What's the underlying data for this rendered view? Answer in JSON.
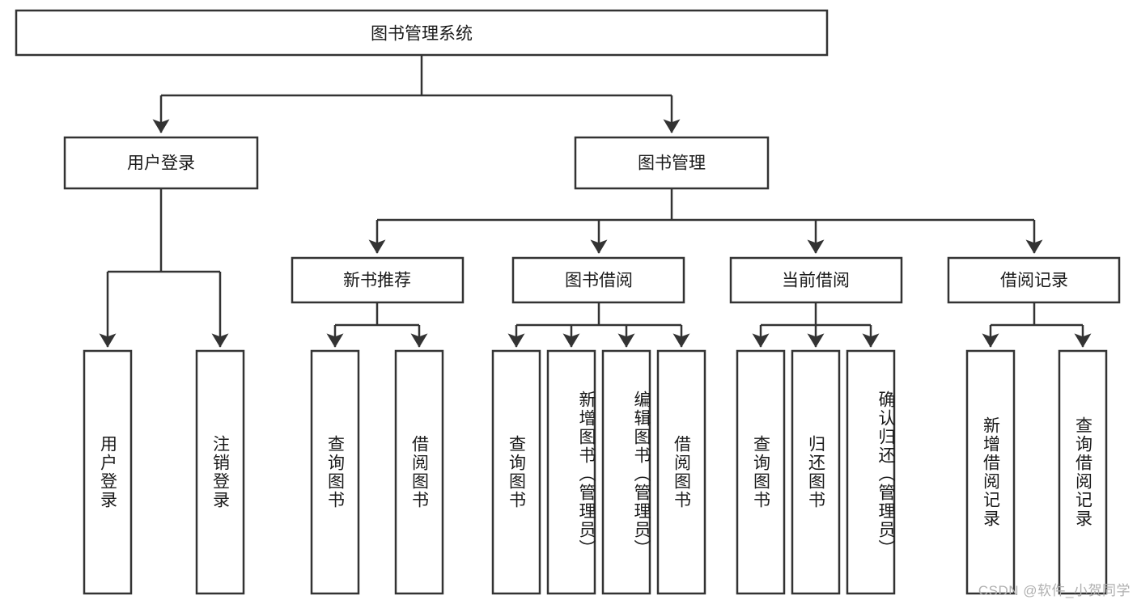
{
  "diagram": {
    "type": "hierarchy-tree",
    "title": "图书管理系统",
    "watermark": "CSDN @软件_小贺同学",
    "colors": {
      "box_stroke": "#333333",
      "box_fill": "#ffffff",
      "text": "#1a1a1a",
      "background": "#ffffff",
      "watermark": "#b0b0b0"
    },
    "root": {
      "label": "图书管理系统"
    },
    "level2": [
      {
        "label": "用户登录"
      },
      {
        "label": "图书管理"
      }
    ],
    "level3": [
      {
        "label": "新书推荐"
      },
      {
        "label": "图书借阅"
      },
      {
        "label": "当前借阅"
      },
      {
        "label": "借阅记录"
      }
    ],
    "leaves": {
      "user_login": [
        {
          "label": "用户登录"
        },
        {
          "label": "注销登录"
        }
      ],
      "new_book_recommend": [
        {
          "label": "查询图书"
        },
        {
          "label": "借阅图书"
        }
      ],
      "book_borrow": [
        {
          "label": "查询图书"
        },
        {
          "label": "新增图书（管理员）"
        },
        {
          "label": "编辑图书（管理员）"
        },
        {
          "label": "借阅图书"
        }
      ],
      "current_borrow": [
        {
          "label": "查询图书"
        },
        {
          "label": "归还图书"
        },
        {
          "label": "确认归还（管理员）"
        }
      ],
      "borrow_records": [
        {
          "label": "新增借阅记录"
        },
        {
          "label": "查询借阅记录"
        }
      ]
    }
  }
}
